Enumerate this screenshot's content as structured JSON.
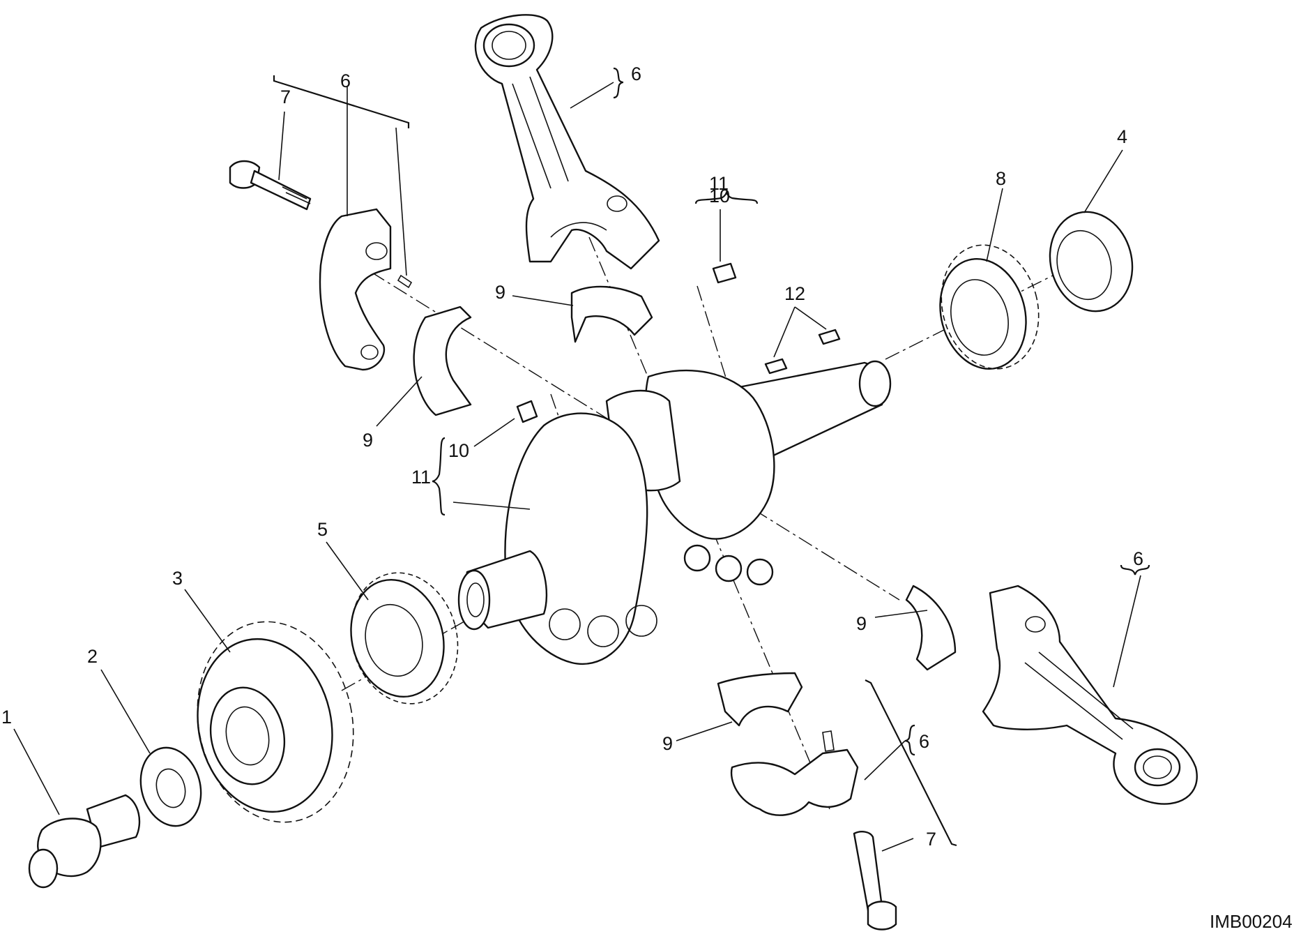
{
  "diagram": {
    "image_code": "IMB00204",
    "callouts": [
      {
        "id": "callout-1",
        "text": "1"
      },
      {
        "id": "callout-2",
        "text": "2"
      },
      {
        "id": "callout-3",
        "text": "3"
      },
      {
        "id": "callout-4",
        "text": "4"
      },
      {
        "id": "callout-5",
        "text": "5"
      },
      {
        "id": "callout-6-top-left",
        "text": "6"
      },
      {
        "id": "callout-6-top-rod",
        "text": "6"
      },
      {
        "id": "callout-6-right-rod",
        "text": "6"
      },
      {
        "id": "callout-6-bottom-cap",
        "text": "6"
      },
      {
        "id": "callout-7-top",
        "text": "7"
      },
      {
        "id": "callout-7-bottom",
        "text": "7"
      },
      {
        "id": "callout-8",
        "text": "8"
      },
      {
        "id": "callout-9-top",
        "text": "9"
      },
      {
        "id": "callout-9-left",
        "text": "9"
      },
      {
        "id": "callout-9-right",
        "text": "9"
      },
      {
        "id": "callout-9-bottom",
        "text": "9"
      },
      {
        "id": "callout-10-left",
        "text": "10"
      },
      {
        "id": "callout-10-top",
        "text": "10"
      },
      {
        "id": "callout-11-left",
        "text": "11"
      },
      {
        "id": "callout-11-top",
        "text": "11"
      },
      {
        "id": "callout-12",
        "text": "12"
      }
    ]
  }
}
